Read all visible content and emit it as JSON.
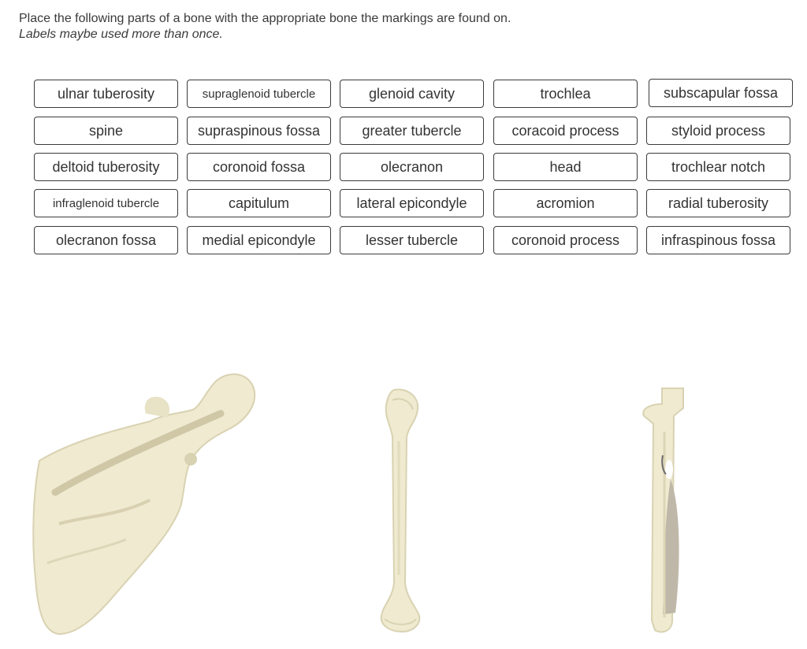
{
  "instructions": {
    "line1": "Place the following parts of a bone with the appropriate bone the markings are found on.",
    "line2": "Labels maybe used more than once."
  },
  "labels": [
    [
      "ulnar tuberosity",
      "supraglenoid tubercle",
      "glenoid cavity",
      "trochlea",
      "subscapular fossa"
    ],
    [
      "spine",
      "supraspinous fossa",
      "greater tubercle",
      "coracoid process",
      "styloid process"
    ],
    [
      "deltoid tuberosity",
      "coronoid fossa",
      "olecranon",
      "head",
      "trochlear notch"
    ],
    [
      "infraglenoid tubercle",
      "capitulum",
      "lateral epicondyle",
      "acromion",
      "radial tuberosity"
    ],
    [
      "olecranon fossa",
      "medial epicondyle",
      "lesser tubercle",
      "coronoid process",
      "infraspinous fossa"
    ]
  ],
  "bones": {
    "scapula": "scapula-image",
    "humerus": "humerus-image",
    "ulna_radius": "ulna-radius-image"
  },
  "colors": {
    "bone_fill": "#efead0",
    "bone_shade": "#d9d2b2",
    "chip_border": "#3b3b3b"
  }
}
